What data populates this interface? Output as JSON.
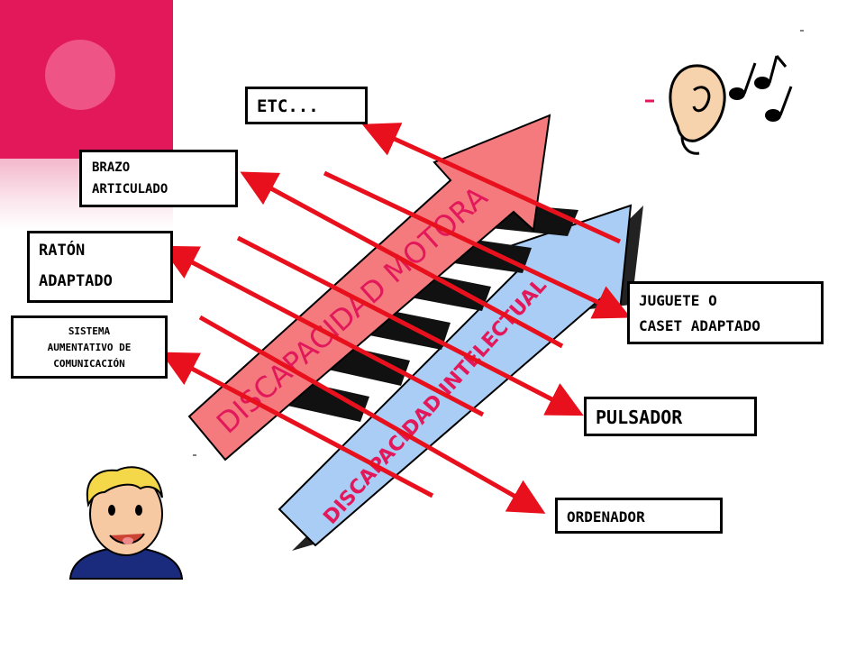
{
  "boxes": {
    "etc": "ETC...",
    "brazo": [
      "BRAZO",
      "ARTICULADO"
    ],
    "raton": [
      "RATÓN",
      "ADAPTADO"
    ],
    "sistema": [
      "SISTEMA",
      "AUMENTATIVO DE",
      "COMUNICACIÓN"
    ],
    "juguete": [
      "JUGUETE O",
      "CASET ADAPTADO"
    ],
    "pulsador": "PULSADOR",
    "ordenador": "ORDENADOR"
  },
  "arrows": {
    "motora": "DISCAPACIDAD MOTORA",
    "intelectual": "DISCAPACIDAD INTELECTUAL"
  },
  "colors": {
    "motora_fill": "#f47a7e",
    "intelectual_fill": "#a9cdf5",
    "connector_red": "#e8101c",
    "accent_pink": "#e2185a"
  },
  "icons": {
    "ear_music": "ear-with-music-notes-icon",
    "boy": "smiling-boy-icon"
  }
}
